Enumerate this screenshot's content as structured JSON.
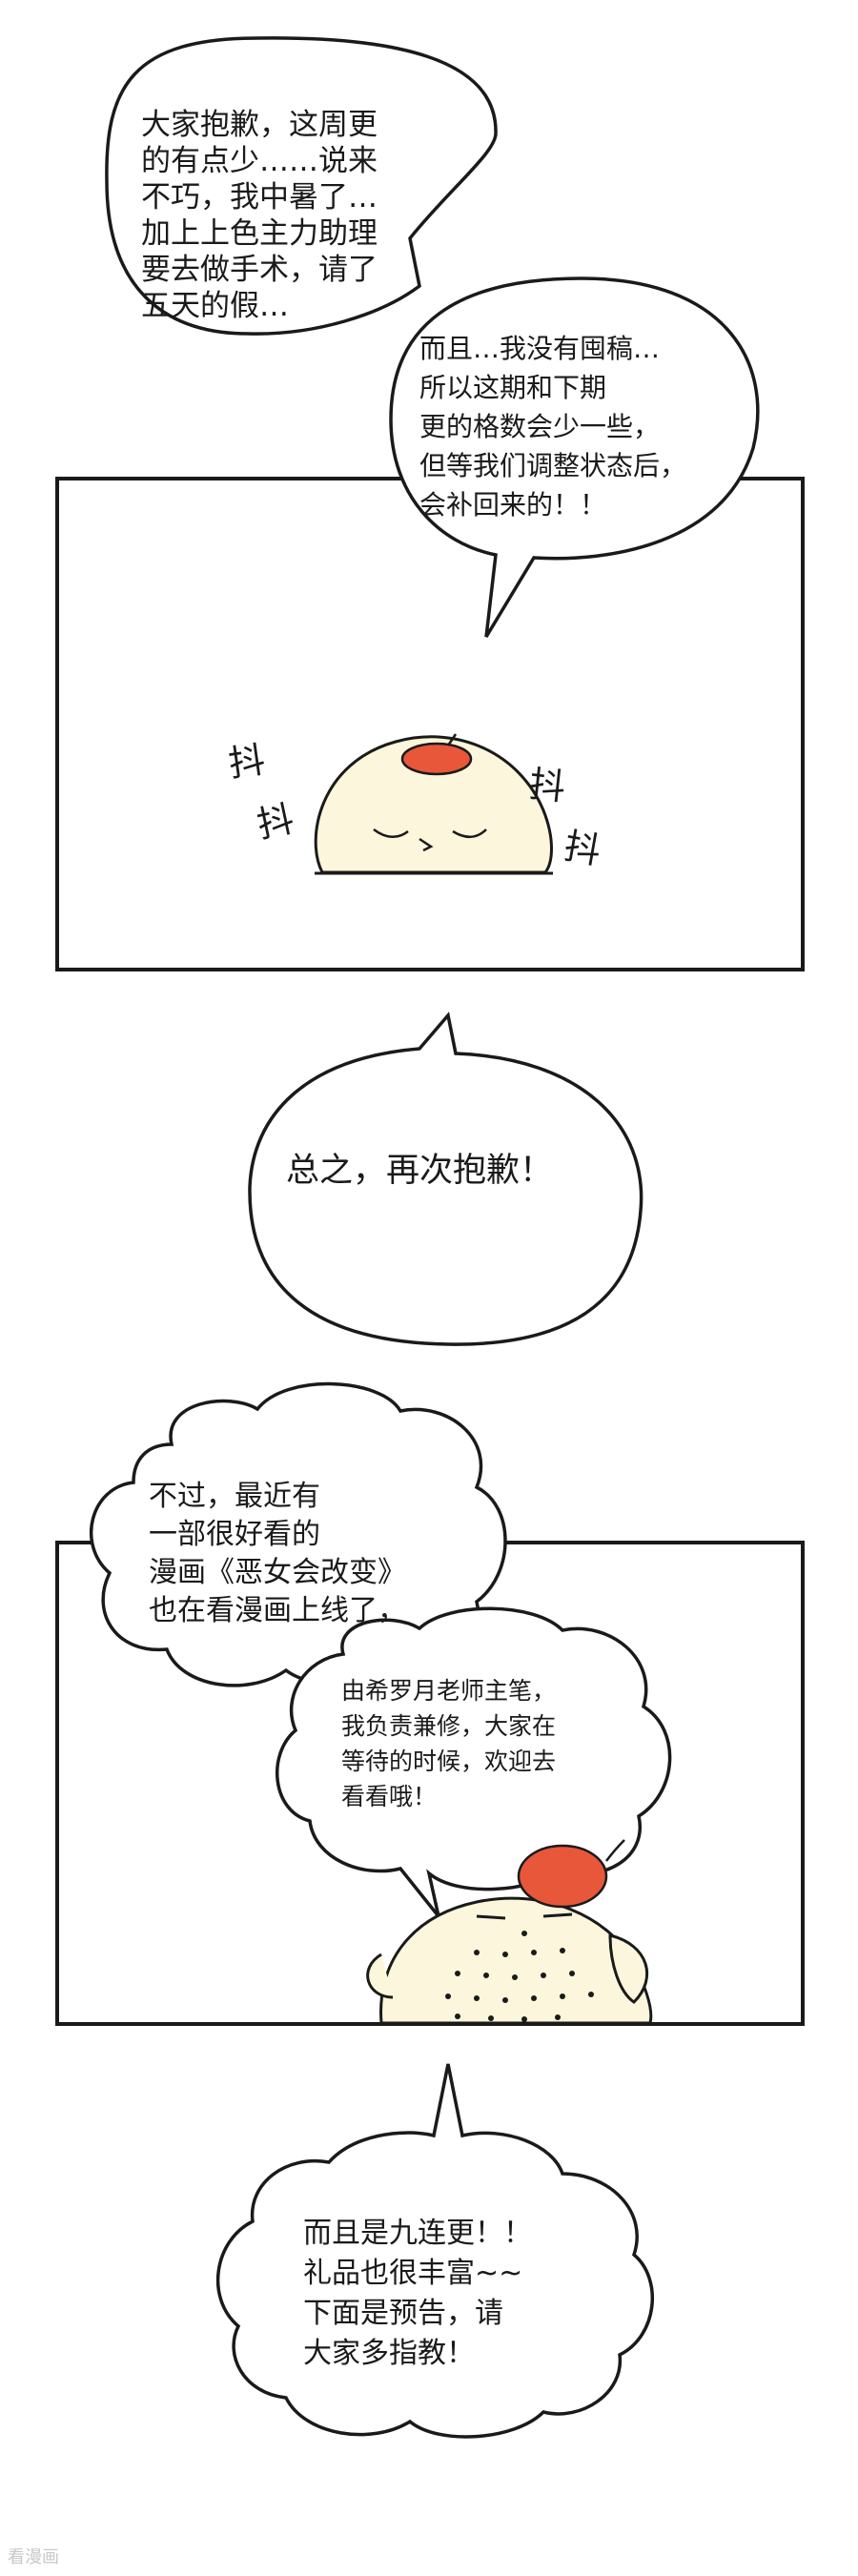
{
  "bubbles": {
    "intro": "大家抱歉，这周更\n的有点少……说来\n不巧，我中暑了…\n加上上色主力助理\n要去做手术，请了\n五天的假…",
    "explain": "而且…我没有囤稿…\n所以这期和下期\n更的格数会少一些，\n但等我们调整状态后，\n会补回来的！！",
    "apology": "总之，再次抱歉！",
    "promo": "不过，最近有\n一部很好看的\n漫画《恶女会改变》\n也在看漫画上线了，",
    "credit": "由希罗月老师主笔，\n我负责兼修，大家在\n等待的时候，欢迎去\n看看哦！",
    "update": "而且是九连更！！\n礼品也很丰富~~\n下面是预告，请\n大家多指教！"
  },
  "sfx": {
    "shake": "抖"
  },
  "watermark": "看漫画",
  "colors": {
    "cream": "#fbf6dc",
    "red_cap": "#e8573a",
    "ink": "#1a1a1a"
  }
}
